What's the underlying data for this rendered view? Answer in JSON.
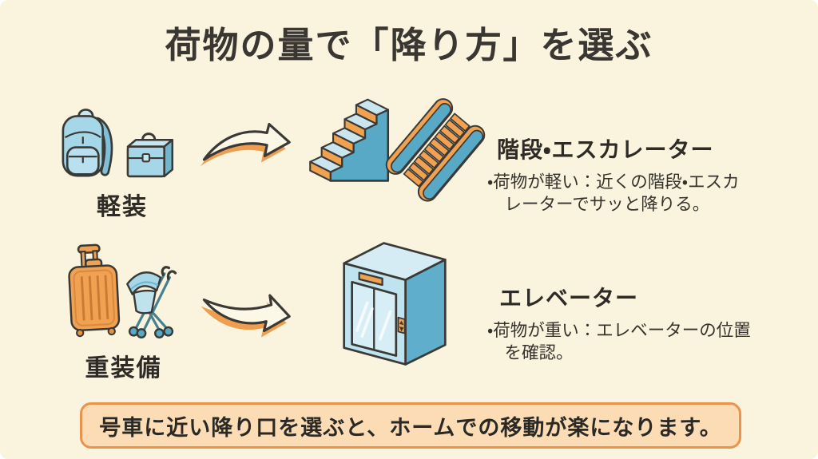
{
  "page": {
    "title": "荷物の量で「降り方」を選ぶ"
  },
  "rows": [
    {
      "luggage_label": "軽装",
      "luggage_icons": [
        "backpack-icon",
        "briefcase-icon"
      ],
      "arrow_icon": "curved-arrow-icon",
      "dest_icons": [
        "stairs-icon",
        "escalator-icon"
      ],
      "heading": "階段・エスカレーター",
      "bullet": "・荷物が軽い：近くの階段・エスカレーターでサッと降りる。"
    },
    {
      "luggage_label": "重装備",
      "luggage_icons": [
        "suitcase-icon",
        "stroller-icon"
      ],
      "arrow_icon": "curved-arrow-icon",
      "dest_icons": [
        "elevator-icon"
      ],
      "heading": "エレベーター",
      "bullet": "・荷物が重い：エレベーターの位置を確認。"
    }
  ],
  "footer": {
    "note": "号車に近い降り口を選ぶと、ホームでの移動が楽になります。"
  },
  "colors": {
    "background": "#FAF4DE",
    "text": "#35322D",
    "outline": "#3B3935",
    "accent_orange": "#F0A252",
    "icon_blue_light": "#A6D7E8",
    "icon_blue_pale": "#C9E6F0",
    "icon_teal": "#57A9C6",
    "banner_fill": "#FBDCB4",
    "banner_border": "#E9944C"
  }
}
